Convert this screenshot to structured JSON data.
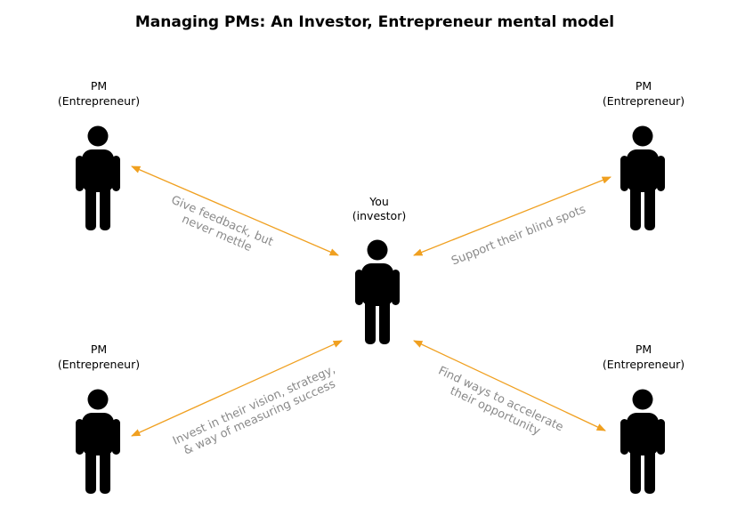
{
  "title": "Managing PMs: An Investor, Entrepreneur mental model",
  "colors": {
    "arrow": "#f0a020",
    "label": "#8a8a8a",
    "figure": "#000000"
  },
  "center": {
    "line1": "You",
    "line2": "(investor)"
  },
  "pms": [
    {
      "line1": "PM",
      "line2": "(Entrepreneur)"
    },
    {
      "line1": "PM",
      "line2": "(Entrepreneur)"
    },
    {
      "line1": "PM",
      "line2": "(Entrepreneur)"
    },
    {
      "line1": "PM",
      "line2": "(Entrepreneur)"
    }
  ],
  "arrows": {
    "top_left": {
      "line1": "Give feedback, but",
      "line2": "never mettle"
    },
    "top_right": {
      "line1": "Support their blind spots"
    },
    "bottom_left": {
      "line1": "Invest in their vision, strategy,",
      "line2": "& way of measuring success"
    },
    "bottom_right": {
      "line1": "Find ways to accelerate",
      "line2": "their opportunity"
    }
  }
}
